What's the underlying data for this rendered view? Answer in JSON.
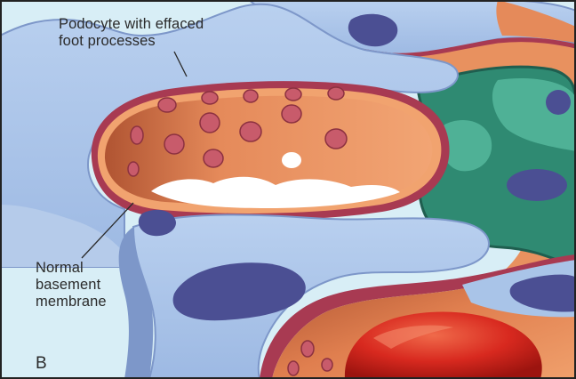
{
  "figure": {
    "panel_letter": "B",
    "labels": {
      "podocyte": {
        "line1": "Podocyte with effaced",
        "line2": "foot processes"
      },
      "membrane": {
        "line1": "Normal",
        "line2": "basement",
        "line3": "membrane"
      }
    },
    "colors": {
      "background": "#d8eef6",
      "podocyte": "#a9c4e8",
      "podocyte_shadow": "#7d97c9",
      "nucleus": "#4b4f93",
      "basement_membrane": "#a83a52",
      "endothelium": "#e58a5a",
      "endothelium_dark": "#b7573a",
      "fenestration": "#c85b6b",
      "mesangial": "#2f8a72",
      "mesangial_light": "#4fb196",
      "red_blood_cell": "#d8291f",
      "frame": "#222222"
    }
  }
}
